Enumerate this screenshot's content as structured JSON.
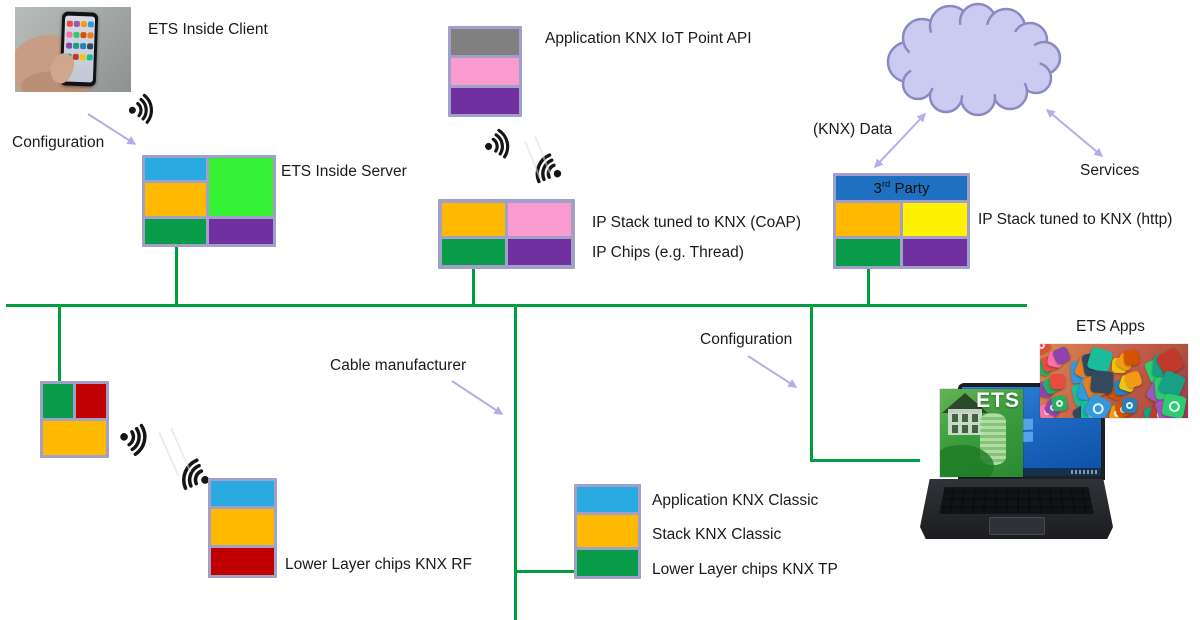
{
  "colors": {
    "cyan": "#29ABE2",
    "gold": "#FFB900",
    "yellow": "#FFF200",
    "greendark": "#089B49",
    "greenbright": "#35F135",
    "purple": "#7030A0",
    "pink": "#FA9BCF",
    "gray": "#808080",
    "red": "#C00000",
    "blue": "#1F70C1",
    "border": "#A0A0C8",
    "cloudfill": "#CBCBF2",
    "cloudstroke": "#8A8AC0",
    "arrow": "#B6ACE8",
    "wire": "#009E3C",
    "text": "#1A1A1A"
  },
  "labels": {
    "ets_inside_client": "ETS Inside Client",
    "configuration_left": "Configuration",
    "ets_inside_server": "ETS Inside Server",
    "app_knx_iot_point_api": "Application KNX IoT Point API",
    "ip_stack_coap": "IP Stack tuned to KNX (CoAP)",
    "ip_chips": "IP Chips (e.g. Thread)",
    "knx_data": "(KNX) Data",
    "services": "Services",
    "third_party_base": "3",
    "third_party_sup": "rd",
    "third_party_rest": " Party",
    "ip_stack_http": "IP Stack tuned to KNX (http)",
    "cable_manufacturer": "Cable manufacturer",
    "configuration_right": "Configuration",
    "ets_apps": "ETS Apps",
    "lower_layer_rf": "Lower Layer chips KNX RF",
    "app_knx_classic": "Application KNX Classic",
    "stack_knx_classic": "Stack KNX Classic",
    "lower_layer_tp": "Lower Layer chips KNX TP",
    "ets_logo": "ETS"
  }
}
